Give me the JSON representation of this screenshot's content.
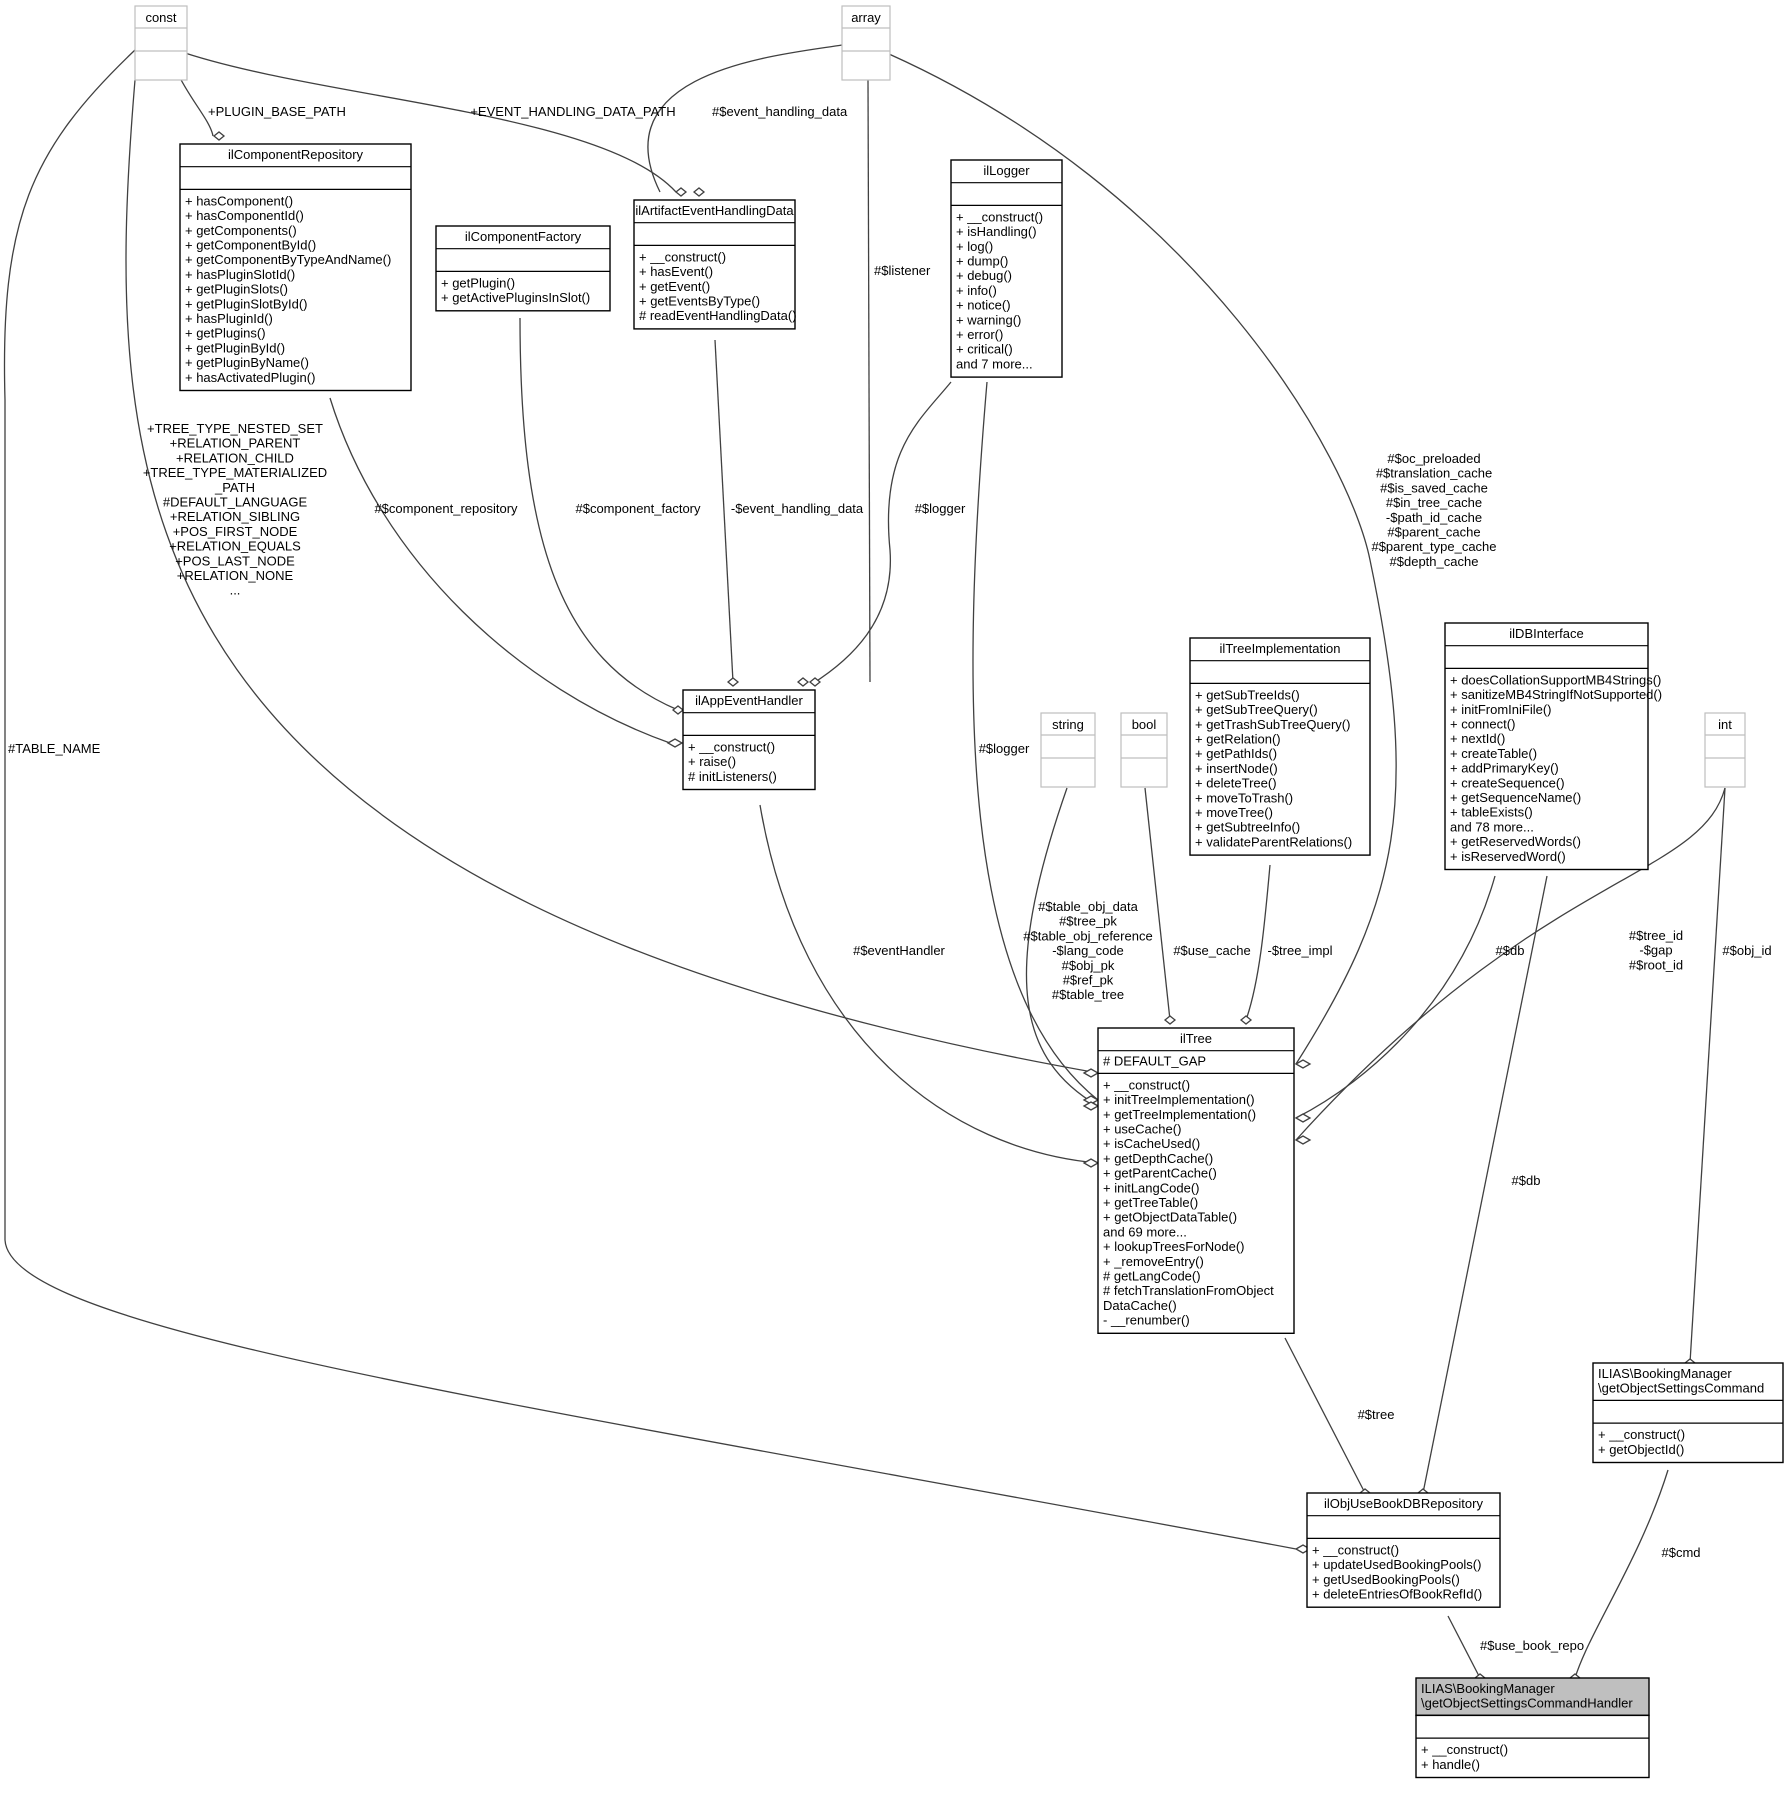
{
  "nodes": {
    "const": {
      "title": "const"
    },
    "array": {
      "title": "array"
    },
    "string": {
      "title": "string"
    },
    "bool": {
      "title": "bool"
    },
    "int": {
      "title": "int"
    },
    "ilComponentRepository": {
      "title": "ilComponentRepository",
      "attrs": [],
      "methods": [
        "+ hasComponent()",
        "+ hasComponentId()",
        "+ getComponents()",
        "+ getComponentById()",
        "+ getComponentByTypeAndName()",
        "+ hasPluginSlotId()",
        "+ getPluginSlots()",
        "+ getPluginSlotById()",
        "+ hasPluginId()",
        "+ getPlugins()",
        "+ getPluginById()",
        "+ getPluginByName()",
        "+ hasActivatedPlugin()"
      ]
    },
    "ilComponentFactory": {
      "title": "ilComponentFactory",
      "attrs": [],
      "methods": [
        "+ getPlugin()",
        "+ getActivePluginsInSlot()"
      ]
    },
    "ilArtifactEventHandlingData": {
      "title": "ilArtifactEventHandlingData",
      "attrs": [],
      "methods": [
        "+ __construct()",
        "+ hasEvent()",
        "+ getEvent()",
        "+ getEventsByType()",
        "# readEventHandlingData()"
      ]
    },
    "ilLogger": {
      "title": "ilLogger",
      "attrs": [],
      "methods": [
        "+ __construct()",
        "+ isHandling()",
        "+ log()",
        "+ dump()",
        "+ debug()",
        "+ info()",
        "+ notice()",
        "+ warning()",
        "+ error()",
        "+ critical()",
        "and 7 more..."
      ]
    },
    "ilAppEventHandler": {
      "title": "ilAppEventHandler",
      "attrs": [],
      "methods": [
        "+ __construct()",
        "+ raise()",
        "# initListeners()"
      ]
    },
    "ilTreeImplementation": {
      "title": "ilTreeImplementation",
      "attrs": [],
      "methods": [
        "+ getSubTreeIds()",
        "+ getSubTreeQuery()",
        "+ getTrashSubTreeQuery()",
        "+ getRelation()",
        "+ getPathIds()",
        "+ insertNode()",
        "+ deleteTree()",
        "+ moveToTrash()",
        "+ moveTree()",
        "+ getSubtreeInfo()",
        "+ validateParentRelations()"
      ]
    },
    "ilDBInterface": {
      "title": "ilDBInterface",
      "attrs": [],
      "methods": [
        "+ doesCollationSupportMB4Strings()",
        "+ sanitizeMB4StringIfNotSupported()",
        "+ initFromIniFile()",
        "+ connect()",
        "+ nextId()",
        "+ createTable()",
        "+ addPrimaryKey()",
        "+ createSequence()",
        "+ getSequenceName()",
        "+ tableExists()",
        "and 78 more...",
        "+ getReservedWords()",
        "+ isReservedWord()"
      ]
    },
    "ilTree": {
      "title": "ilTree",
      "attrs": [
        "# DEFAULT_GAP"
      ],
      "methods": [
        "+ __construct()",
        "+ initTreeImplementation()",
        "+ getTreeImplementation()",
        "+ useCache()",
        "+ isCacheUsed()",
        "+ getDepthCache()",
        "+ getParentCache()",
        "+ initLangCode()",
        "+ getTreeTable()",
        "+ getObjectDataTable()",
        "and 69 more...",
        "+ lookupTreesForNode()",
        "+ _removeEntry()",
        "# getLangCode()",
        "# fetchTranslationFromObject",
        "DataCache()",
        "- __renumber()"
      ]
    },
    "getObjectSettingsCommand": {
      "title": [
        "ILIAS\\BookingManager",
        "\\getObjectSettingsCommand"
      ],
      "attrs": [],
      "methods": [
        "+ __construct()",
        "+ getObjectId()"
      ]
    },
    "ilObjUseBookDBRepository": {
      "title": "ilObjUseBookDBRepository",
      "attrs": [],
      "methods": [
        "+ __construct()",
        "+ updateUsedBookingPools()",
        "+ getUsedBookingPools()",
        "+ deleteEntriesOfBookRefId()"
      ]
    },
    "getObjectSettingsCommandHandler": {
      "title": [
        "ILIAS\\BookingManager",
        "\\getObjectSettingsCommandHandler"
      ],
      "attrs": [],
      "methods": [
        "+ __construct()",
        "+ handle()"
      ]
    }
  },
  "edge_labels": {
    "plugin_base_path": [
      "+PLUGIN_BASE_PATH"
    ],
    "event_handling_data_path": [
      "+EVENT_HANDLING_DATA_PATH"
    ],
    "event_handling_data_prot": [
      "#$event_handling_data"
    ],
    "listener": [
      "#$listener"
    ],
    "tree_consts": [
      "+TREE_TYPE_NESTED_SET",
      "+RELATION_PARENT",
      "+RELATION_CHILD",
      "+TREE_TYPE_MATERIALIZED",
      "_PATH",
      "#DEFAULT_LANGUAGE",
      "+RELATION_SIBLING",
      "+POS_FIRST_NODE",
      "+RELATION_EQUALS",
      "+POS_LAST_NODE",
      "+RELATION_NONE",
      "..."
    ],
    "component_repository": [
      "#$component_repository"
    ],
    "component_factory": [
      "#$component_factory"
    ],
    "event_handling_data_priv": [
      "-$event_handling_data"
    ],
    "logger_app": [
      "#$logger"
    ],
    "array_tree": [
      "#$oc_preloaded",
      "#$translation_cache",
      "#$is_saved_cache",
      "#$in_tree_cache",
      "-$path_id_cache",
      "#$parent_cache",
      "#$parent_type_cache",
      "#$depth_cache"
    ],
    "table_name": [
      "#TABLE_NAME"
    ],
    "logger_tree": [
      "#$logger"
    ],
    "string_tree": [
      "#$table_obj_data",
      "#$tree_pk",
      "#$table_obj_reference",
      "-$lang_code",
      "#$obj_pk",
      "#$ref_pk",
      "#$table_tree"
    ],
    "event_handler": [
      "#$eventHandler"
    ],
    "use_cache": [
      "#$use_cache"
    ],
    "tree_impl": [
      "-$tree_impl"
    ],
    "db_tree": [
      "#$db"
    ],
    "int_tree": [
      "#$tree_id",
      "-$gap",
      "#$root_id"
    ],
    "obj_id": [
      "#$obj_id"
    ],
    "db_repo": [
      "#$db"
    ],
    "tree_repo": [
      "#$tree"
    ],
    "cmd": [
      "#$cmd"
    ],
    "use_book_repo": [
      "#$use_book_repo"
    ]
  },
  "colors": {
    "highlight": "#bfbfbf",
    "edge": "#404040",
    "grey_box": "#bfbfbf"
  }
}
